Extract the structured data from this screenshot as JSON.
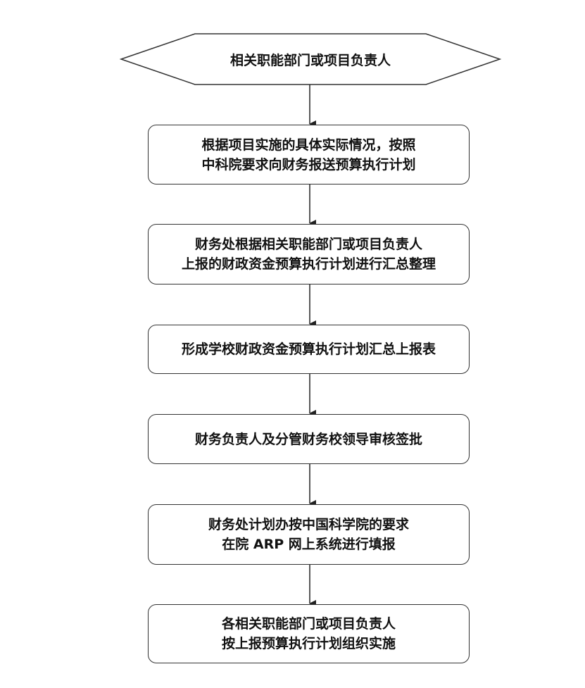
{
  "start": {
    "label": "相关职能部门或项目负责人"
  },
  "steps": [
    {
      "lines": [
        "根据项目实施的具体实际情况，按照",
        "中科院要求向财务报送预算执行计划"
      ]
    },
    {
      "lines": [
        "财务处根据相关职能部门或项目负责人",
        "上报的财政资金预算执行计划进行汇总整理"
      ]
    },
    {
      "lines": [
        "形成学校财政资金预算执行计划汇总上报表"
      ]
    },
    {
      "lines": [
        "财务负责人及分管财务校领导审核签批"
      ]
    },
    {
      "lines": [
        "财务处计划办按中国科学院的要求",
        "在院 ARP 网上系统进行填报"
      ]
    },
    {
      "lines": [
        "各相关职能部门或项目负责人",
        "按上报预算执行计划组织实施"
      ]
    }
  ]
}
